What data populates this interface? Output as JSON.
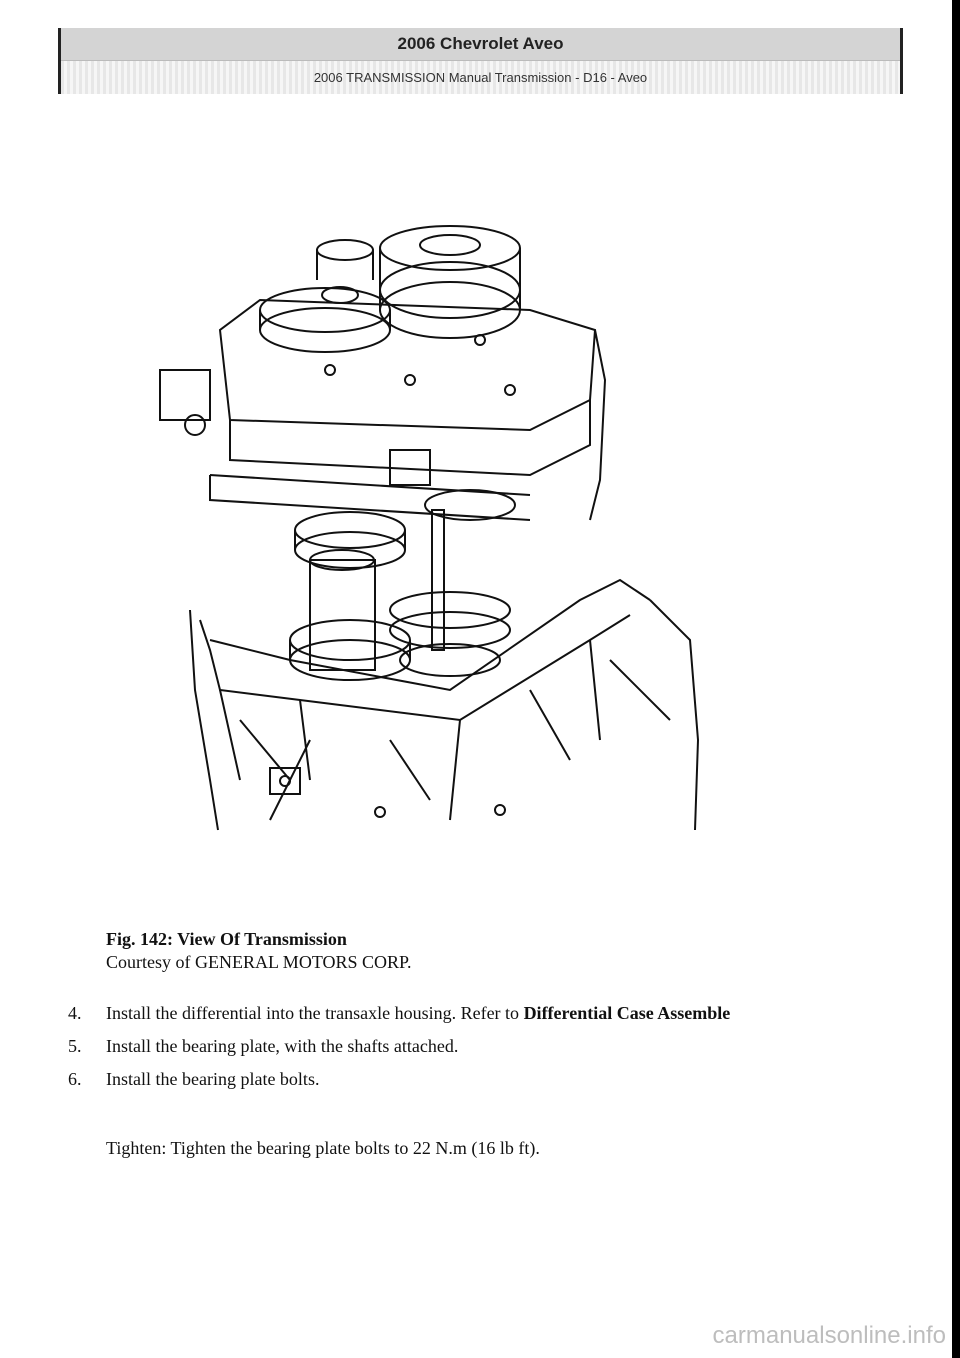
{
  "header": {
    "title": "2006 Chevrolet Aveo",
    "subtitle": "2006 TRANSMISSION Manual Transmission - D16 - Aveo"
  },
  "figure": {
    "caption_number": "Fig. 142: View Of Transmission",
    "courtesy": "Courtesy of GENERAL MOTORS CORP."
  },
  "steps": [
    {
      "number": "4.",
      "text": "Install the differential into the transaxle housing. Refer to ",
      "link": "Differential Case Assemble"
    },
    {
      "number": "5.",
      "text": "Install the bearing plate, with the shafts attached."
    },
    {
      "number": "6.",
      "text": "Install the bearing plate bolts."
    }
  ],
  "tighten": {
    "label": "Tighten:",
    "text": "Tighten the bearing plate bolts to 22 N.m (16 lb ft)."
  },
  "watermark": "carmanualsonline.info"
}
